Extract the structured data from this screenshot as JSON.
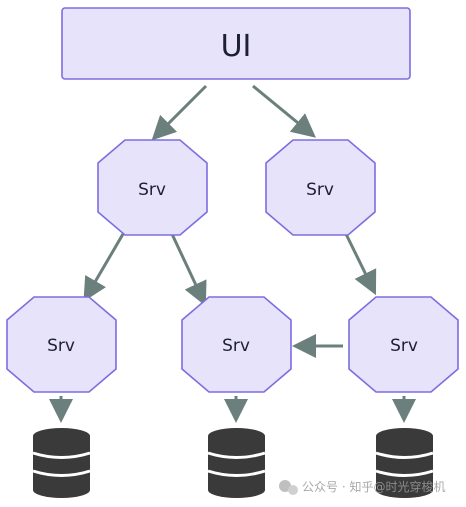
{
  "colors": {
    "node_fill": "#e6e3fb",
    "node_stroke": "#7b6ee0",
    "arrow": "#6b7f7c",
    "db_fill": "#3a3a3a",
    "db_band": "#ffffff"
  },
  "nodes": {
    "ui": "UI",
    "srv_top_left": "Srv",
    "srv_top_right": "Srv",
    "srv_bottom_left": "Srv",
    "srv_bottom_middle": "Srv",
    "srv_bottom_right": "Srv"
  },
  "icons": {
    "database": "database-icon",
    "watermark_logo": "wechat-logo-icon"
  },
  "watermark": {
    "text": "公众号 · 知乎@时光穿梭机"
  }
}
